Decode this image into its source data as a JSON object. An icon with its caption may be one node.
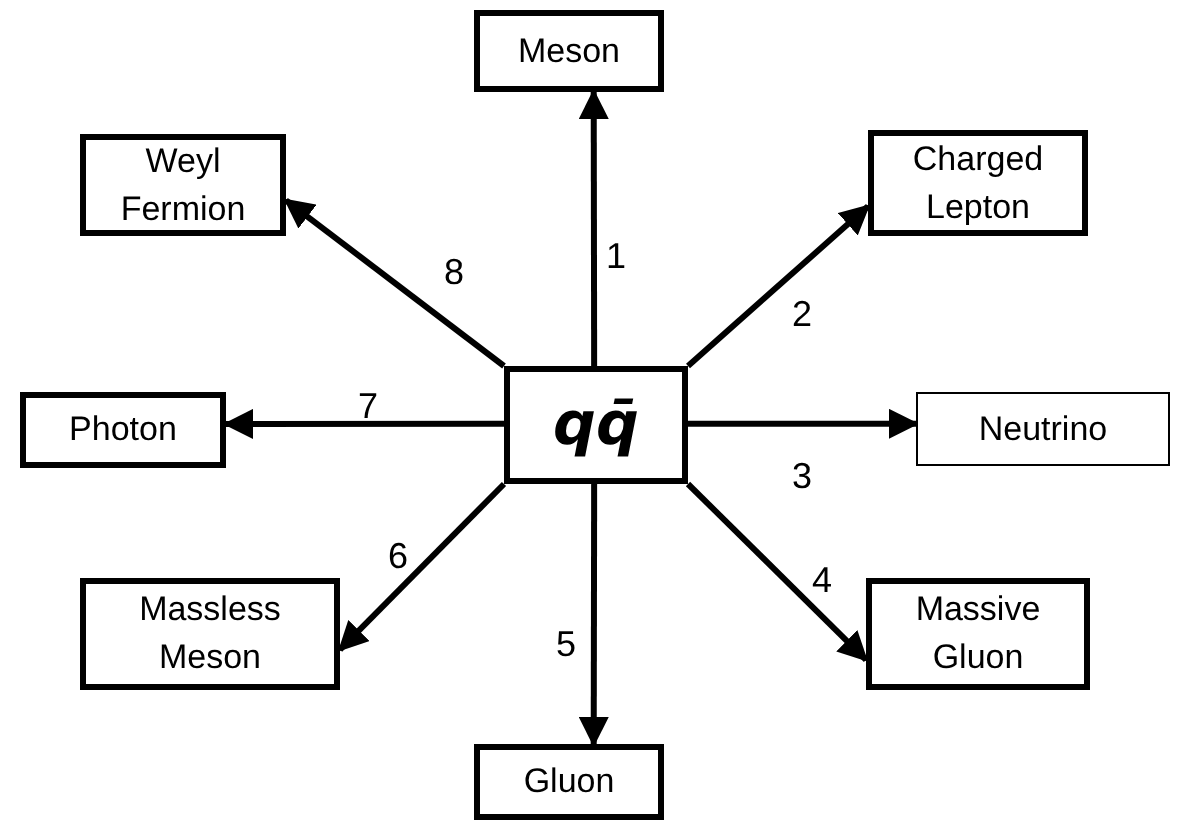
{
  "diagram": {
    "nodes": [
      {
        "text": [
          "qq̄"
        ]
      },
      {
        "text": [
          "Meson"
        ]
      },
      {
        "text": [
          "Charged Lepton"
        ]
      },
      {
        "text": [
          "Neutrino"
        ]
      },
      {
        "text": [
          "Massive Gluon"
        ]
      },
      {
        "text": [
          "Gluon"
        ]
      },
      {
        "text": [
          "Massless Meson"
        ]
      },
      {
        "text": [
          "Photon"
        ]
      },
      {
        "text": [
          "Weyl Fermion"
        ]
      }
    ],
    "edges": [
      {
        "from": 0,
        "to": 1,
        "arrow": "to",
        "label": "1"
      },
      {
        "from": 0,
        "to": 2,
        "arrow": "to",
        "label": "2"
      },
      {
        "from": 0,
        "to": 3,
        "arrow": "to",
        "label": "3"
      },
      {
        "from": 0,
        "to": 4,
        "arrow": "to",
        "label": "4"
      },
      {
        "from": 0,
        "to": 5,
        "arrow": "to",
        "label": "5"
      },
      {
        "from": 0,
        "to": 6,
        "arrow": "to",
        "label": "6"
      },
      {
        "from": 0,
        "to": 7,
        "arrow": "to",
        "label": "7"
      },
      {
        "from": 0,
        "to": 8,
        "arrow": "to",
        "label": "8"
      }
    ]
  }
}
